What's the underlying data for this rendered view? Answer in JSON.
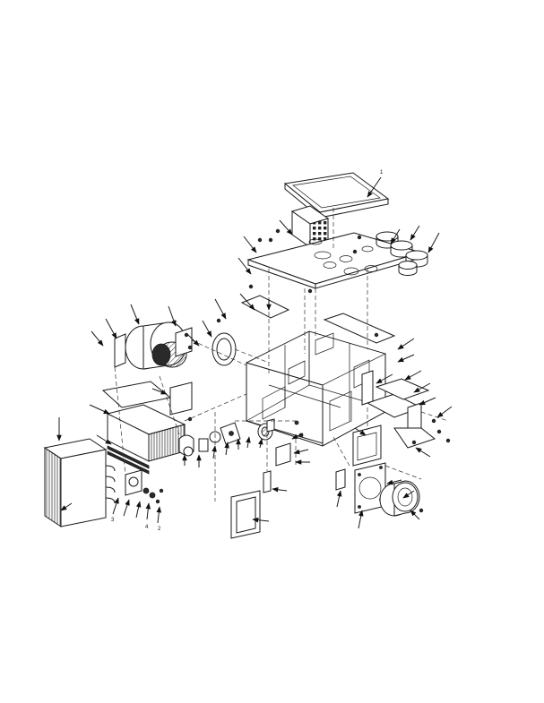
{
  "figure": {
    "type": "exploded-parts-diagram",
    "callout_labels": [
      "1",
      "2",
      "3",
      "4"
    ]
  }
}
